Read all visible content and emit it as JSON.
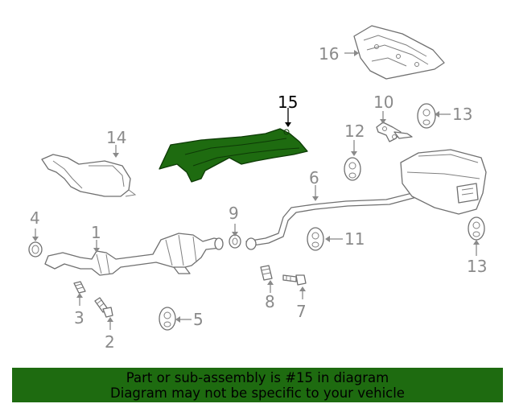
{
  "callouts": {
    "c1": "1",
    "c2": "2",
    "c3": "3",
    "c4": "4",
    "c5": "5",
    "c6": "6",
    "c7": "7",
    "c8": "8",
    "c9": "9",
    "c10": "10",
    "c11": "11",
    "c12": "12",
    "c13a": "13",
    "c13b": "13",
    "c14": "14",
    "c15": "15",
    "c16": "16"
  },
  "highlighted_part": "15",
  "colors": {
    "highlight": "#1e6b10",
    "line_art": "#707070",
    "callout_text": "#8a8a8a",
    "banner_bg": "#1e6b10"
  },
  "banner": {
    "line1": "Part or sub-assembly is #15 in diagram",
    "line2": "Diagram may not be specific to your vehicle"
  }
}
